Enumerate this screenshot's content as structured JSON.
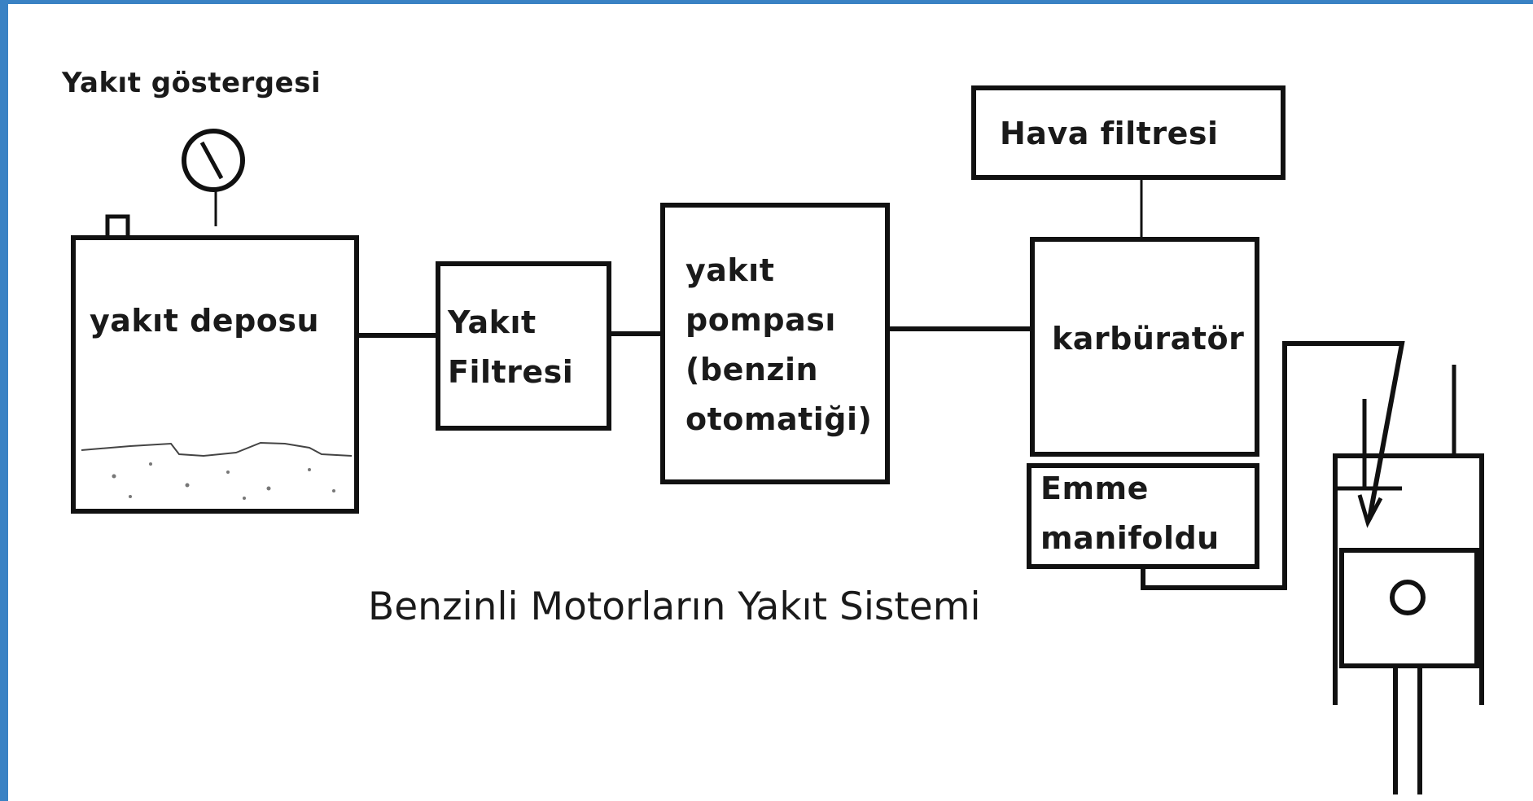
{
  "colors": {
    "frame": "#3a82c4",
    "stroke": "#111111"
  },
  "gauge_label": "Yakıt göstergesi",
  "blocks": {
    "tank": "yakıt deposu",
    "filter": "Yakıt\nFiltresi",
    "pump": "yakıt\npompası\n(benzin\notomatiği)",
    "air_filter": "Hava filtresi",
    "carburetor": "karbüratör",
    "manifold": "Emme\nmanifoldu"
  },
  "caption": "Benzinli Motorların Yakıt Sistemi",
  "icons": {
    "gauge": "fuel-gauge-icon",
    "engine": "engine-cylinder-icon"
  }
}
